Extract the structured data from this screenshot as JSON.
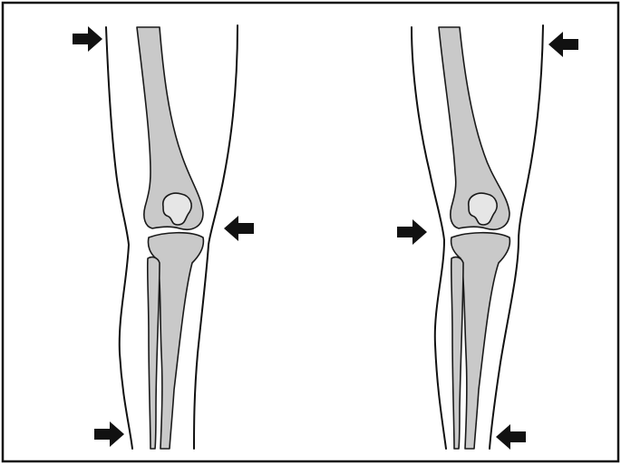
{
  "figure": {
    "panels": [
      {
        "id": "left",
        "arrows": 3
      },
      {
        "id": "right",
        "arrows": 3
      }
    ]
  },
  "colors": {
    "bone_fill": "#c9c9c9",
    "patella_fill": "#e6e6e6",
    "stroke": "#111111",
    "background": "#ffffff"
  },
  "icons": {
    "arrow": "right-pointing-block-arrow"
  }
}
